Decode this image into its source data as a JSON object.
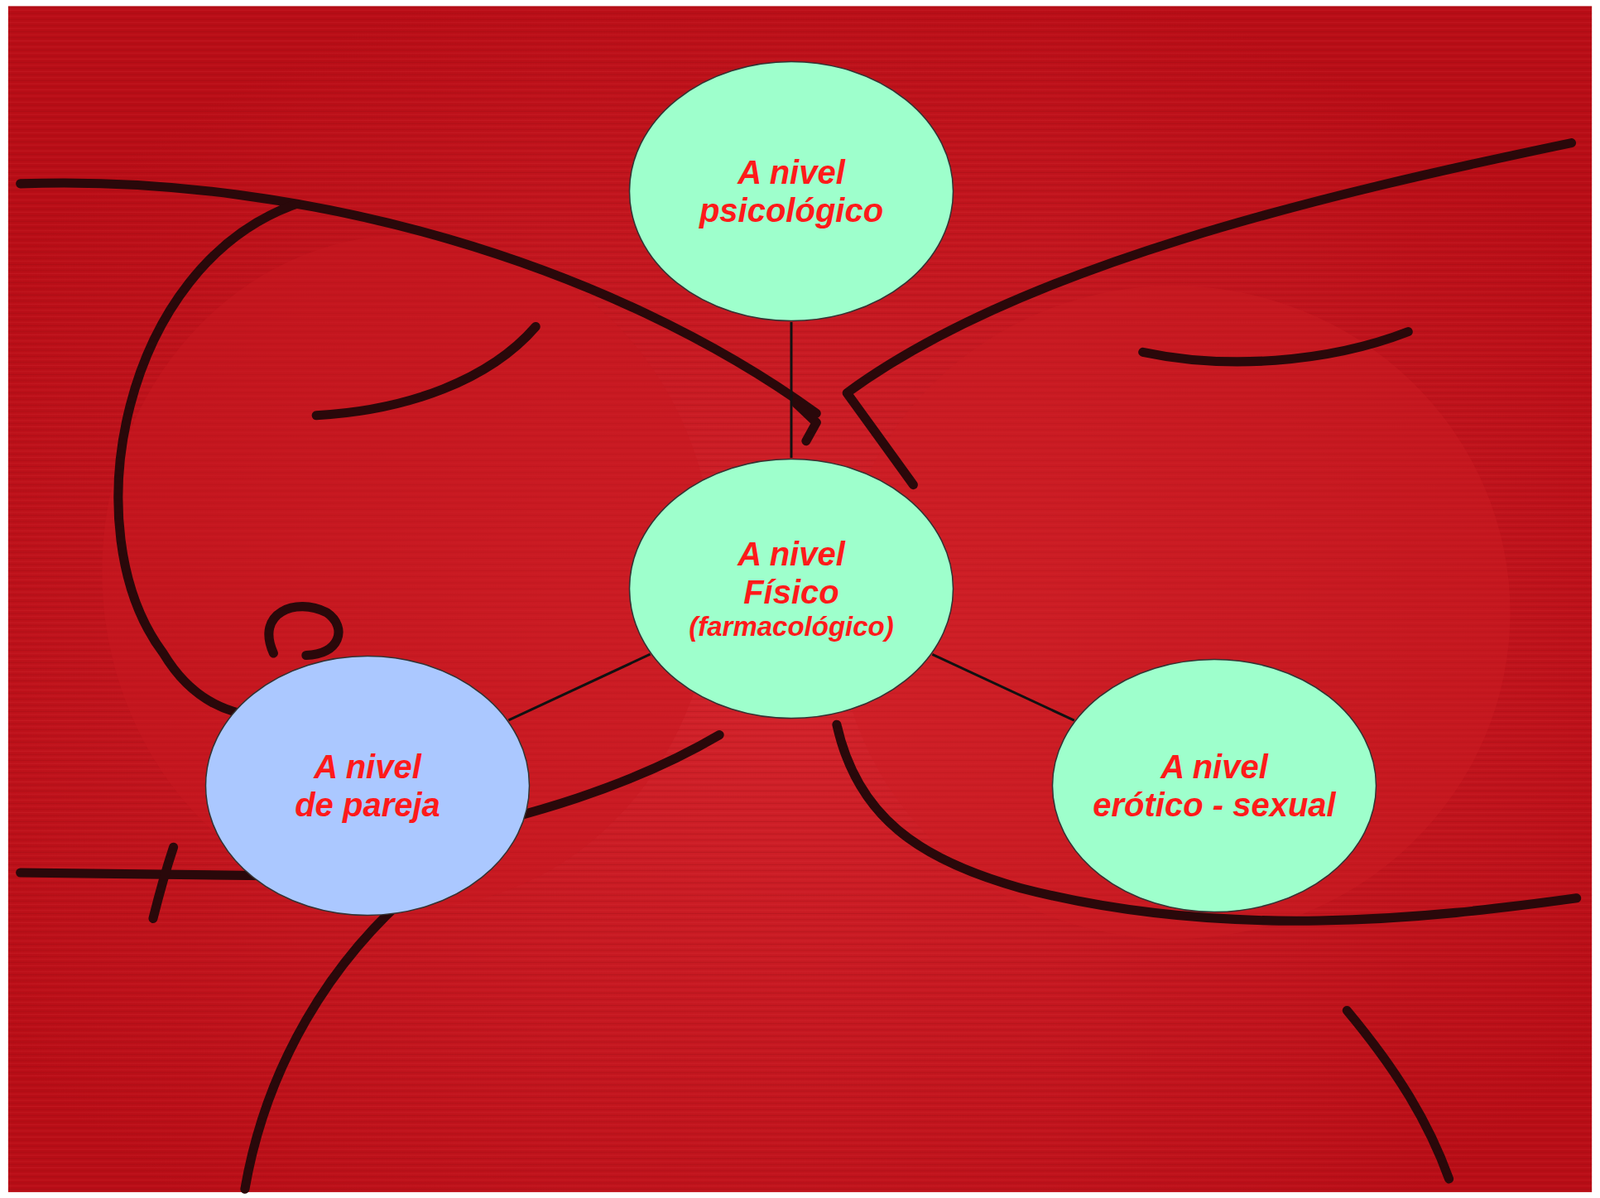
{
  "diagram": {
    "nodes": [
      {
        "text": [
          "A nivel psicológico"
        ]
      },
      {
        "text": [
          "A nivel Físico",
          "(farmacológico)"
        ]
      },
      {
        "text": [
          "A nivel de pareja"
        ]
      },
      {
        "text": [
          "A nivel erótico - sexual"
        ]
      }
    ],
    "edges": [
      {
        "from": 1,
        "to": 0,
        "arrow": "none"
      },
      {
        "from": 1,
        "to": 2,
        "arrow": "none"
      },
      {
        "from": 1,
        "to": 3,
        "arrow": "none"
      }
    ]
  }
}
